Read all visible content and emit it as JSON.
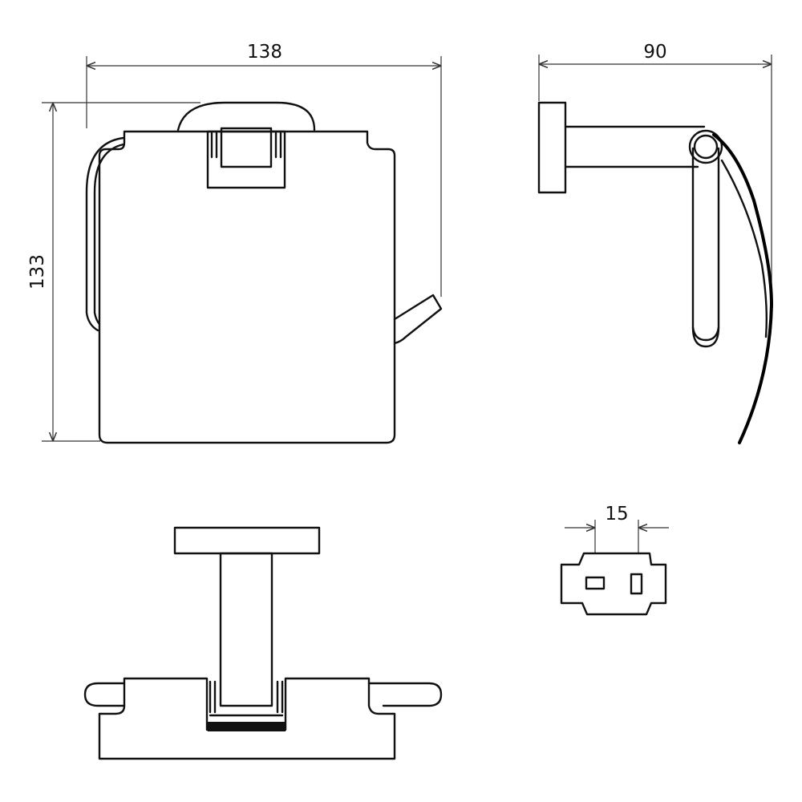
{
  "dimensions": {
    "front_width": "138",
    "front_height": "133",
    "side_depth": "90",
    "bracket_spacing": "15"
  }
}
